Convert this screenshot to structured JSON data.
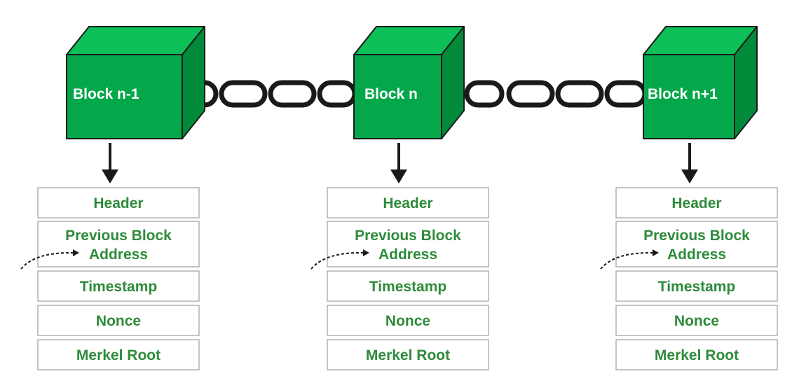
{
  "colors": {
    "block_front": "#04a74a",
    "block_top": "#0cbf57",
    "block_side": "#028a3b",
    "block_edge": "#1a1a1a",
    "field_text": "#2e8b3a",
    "chain": "#1a1a1a"
  },
  "blocks": [
    {
      "label": "Block n-1",
      "fields": [
        "Header",
        "Previous Block",
        "Address",
        "Timestamp",
        "Nonce",
        "Merkel Root"
      ]
    },
    {
      "label": "Block n",
      "fields": [
        "Header",
        "Previous Block",
        "Address",
        "Timestamp",
        "Nonce",
        "Merkel Root"
      ]
    },
    {
      "label": "Block n+1",
      "fields": [
        "Header",
        "Previous Block",
        "Address",
        "Timestamp",
        "Nonce",
        "Merkel Root"
      ]
    }
  ]
}
